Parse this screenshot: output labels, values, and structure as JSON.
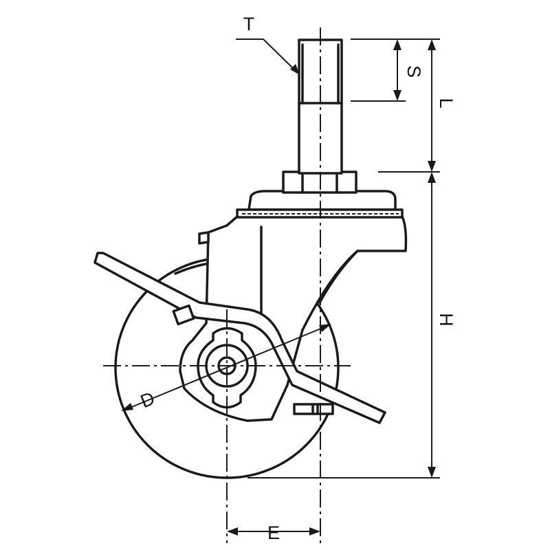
{
  "diagram": {
    "labels": {
      "T": "T",
      "S": "S",
      "L": "L",
      "H": "H",
      "D": "D",
      "E": "E"
    }
  }
}
